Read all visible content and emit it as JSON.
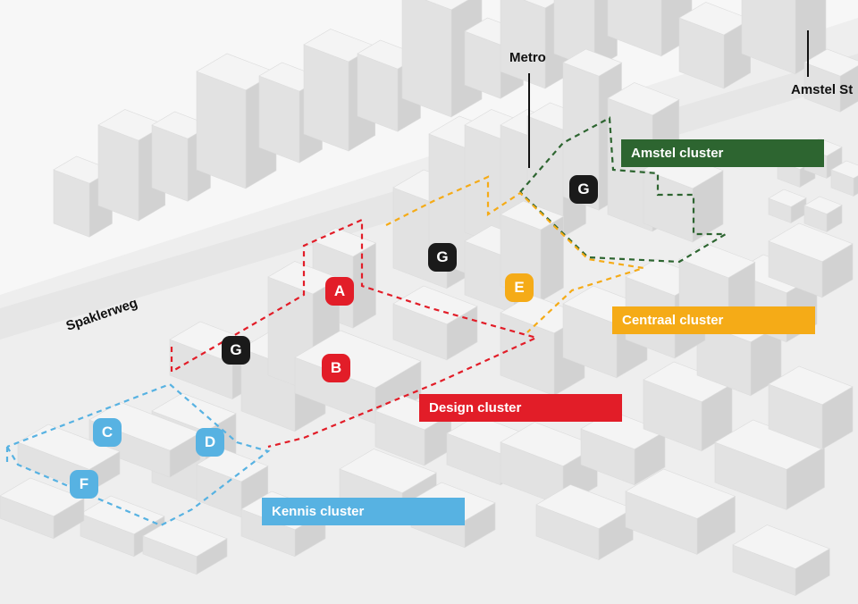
{
  "colors": {
    "amstel": "#2d6530",
    "centraal": "#f5ab17",
    "design": "#e21d28",
    "kennis": "#57b2e2",
    "generic": "#1a1a1a"
  },
  "labels": {
    "metro": "Metro",
    "amstel_station": "Amstel St",
    "road": "Spaklerweg"
  },
  "clusters": [
    {
      "id": "amstel",
      "label": "Amstel cluster"
    },
    {
      "id": "centraal",
      "label": "Centraal cluster"
    },
    {
      "id": "design",
      "label": "Design cluster"
    },
    {
      "id": "kennis",
      "label": "Kennis cluster"
    }
  ],
  "markers": [
    {
      "id": "a",
      "letter": "A",
      "cluster": "design"
    },
    {
      "id": "b",
      "letter": "B",
      "cluster": "design"
    },
    {
      "id": "c",
      "letter": "C",
      "cluster": "kennis"
    },
    {
      "id": "d",
      "letter": "D",
      "cluster": "kennis"
    },
    {
      "id": "e",
      "letter": "E",
      "cluster": "centraal"
    },
    {
      "id": "f",
      "letter": "F",
      "cluster": "kennis"
    },
    {
      "id": "g1",
      "letter": "G",
      "cluster": "generic"
    },
    {
      "id": "g2",
      "letter": "G",
      "cluster": "generic"
    },
    {
      "id": "g3",
      "letter": "G",
      "cluster": "generic"
    }
  ]
}
